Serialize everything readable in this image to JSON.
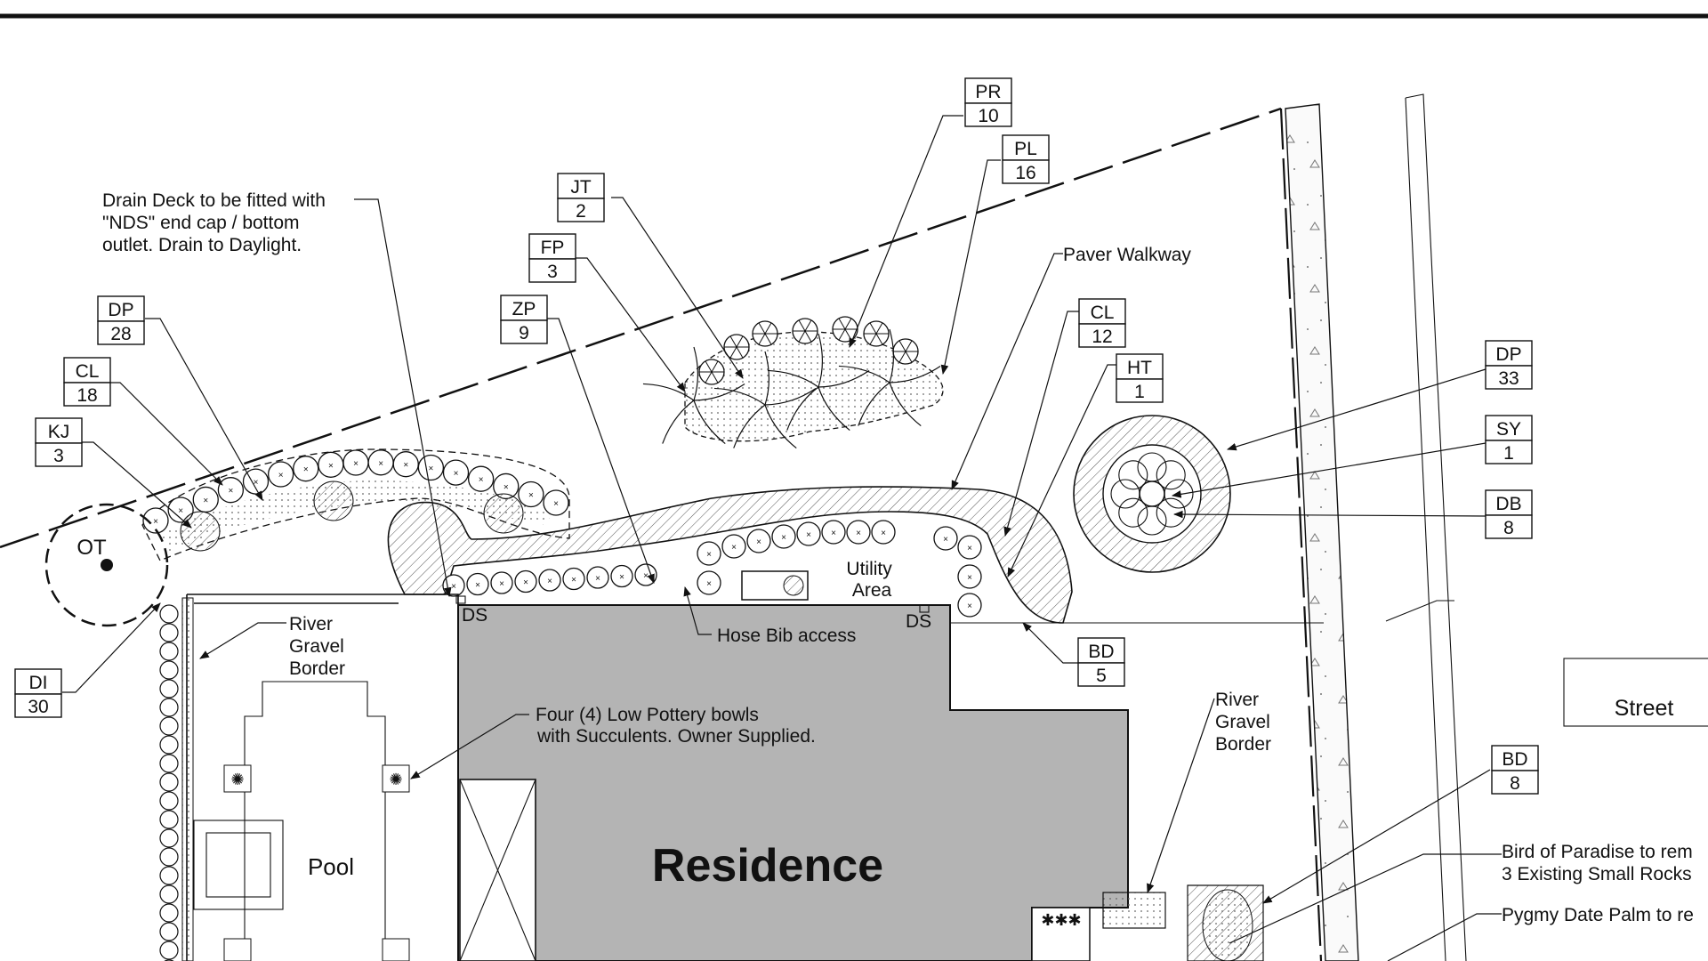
{
  "tags": [
    {
      "id": "pr",
      "code": "PR",
      "qty": "10"
    },
    {
      "id": "pl",
      "code": "PL",
      "qty": "16"
    },
    {
      "id": "jt",
      "code": "JT",
      "qty": "2"
    },
    {
      "id": "fp",
      "code": "FP",
      "qty": "3"
    },
    {
      "id": "zp",
      "code": "ZP",
      "qty": "9"
    },
    {
      "id": "dp1",
      "code": "DP",
      "qty": "28"
    },
    {
      "id": "cl1",
      "code": "CL",
      "qty": "18"
    },
    {
      "id": "kj",
      "code": "KJ",
      "qty": "3"
    },
    {
      "id": "di",
      "code": "DI",
      "qty": "30"
    },
    {
      "id": "cl2",
      "code": "CL",
      "qty": "12"
    },
    {
      "id": "ht",
      "code": "HT",
      "qty": "1"
    },
    {
      "id": "dp2",
      "code": "DP",
      "qty": "33"
    },
    {
      "id": "sy",
      "code": "SY",
      "qty": "1"
    },
    {
      "id": "db",
      "code": "DB",
      "qty": "8"
    },
    {
      "id": "bd1",
      "code": "BD",
      "qty": "5"
    },
    {
      "id": "bd2",
      "code": "BD",
      "qty": "8"
    }
  ],
  "notes": {
    "drain_deck": [
      "Drain Deck to be fitted with",
      "\"NDS\" end cap / bottom",
      "outlet. Drain to Daylight."
    ],
    "paver_walkway": "Paver Walkway",
    "utility_area": [
      "Utility",
      "Area"
    ],
    "hose_bib": "Hose Bib access",
    "ds": "DS",
    "river_gravel_left": [
      "River",
      "Gravel",
      "Border"
    ],
    "river_gravel_right": [
      "River",
      "Gravel",
      "Border"
    ],
    "pottery": [
      "Four (4) Low Pottery bowls",
      "with Succulents. Owner Supplied."
    ],
    "pool": "Pool",
    "residence": "Residence",
    "street": "Street",
    "ot": "OT",
    "bird_of_paradise": [
      "Bird of Paradise to rem",
      "3 Existing Small Rocks"
    ],
    "pygmy_date_palm": "Pygmy Date Palm to re"
  }
}
